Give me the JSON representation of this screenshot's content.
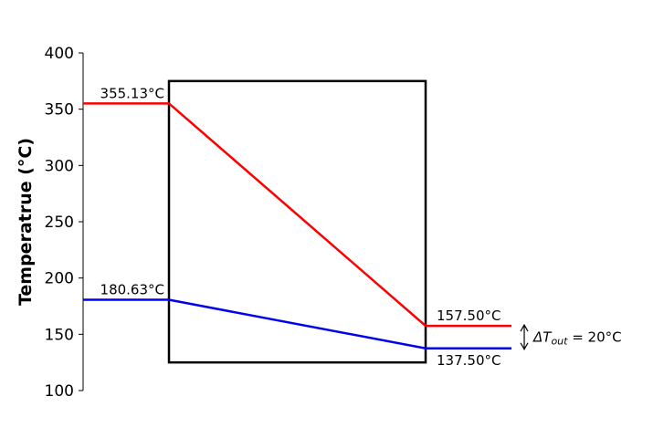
{
  "chart_data": {
    "type": "line",
    "ylabel": "Temperatrue (°C)",
    "ylim": [
      100,
      400
    ],
    "yticks": [
      "100",
      "150",
      "200",
      "250",
      "300",
      "350",
      "400"
    ],
    "box_temp_range": [
      125,
      375
    ],
    "series": [
      {
        "color": "#ff0000",
        "inlet": 355.13,
        "outlet": 157.5,
        "inlet_label": "355.13°C",
        "outlet_label": "157.50°C"
      },
      {
        "color": "#0000ee",
        "inlet": 180.63,
        "outlet": 137.5,
        "inlet_label": "180.63°C",
        "outlet_label": "137.50°C"
      }
    ],
    "delta_annotation": {
      "prefix": "ΔT",
      "subscript": "out",
      "suffix": " = 20°C",
      "value": 20
    }
  }
}
